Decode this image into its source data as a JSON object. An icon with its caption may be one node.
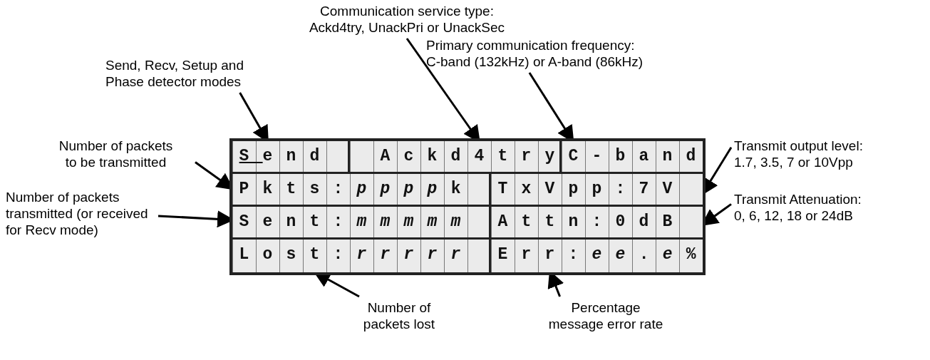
{
  "diagram": {
    "nodes": [
      {
        "text": [
          "Communication service type: Ackd4try, UnackPri or UnackSec"
        ]
      },
      {
        "text": [
          "Primary communication frequency: C-band (132kHz) or A-band (86kHz)"
        ]
      },
      {
        "text": [
          "Send, Recv, Setup and Phase detector modes"
        ]
      },
      {
        "text": [],
        "shape": "box"
      },
      {
        "text": [
          "Send"
        ],
        "in": 3
      },
      {
        "text": [
          "Ackd4try"
        ],
        "in": 3
      },
      {
        "text": [
          "C-band"
        ],
        "in": 3
      },
      {
        "text": [
          "Pkts:ppppk"
        ],
        "in": 3
      },
      {
        "text": [
          "TxVpp:7V"
        ],
        "in": 3
      },
      {
        "text": [
          "Sent:*mmmmm*"
        ],
        "in": 3
      },
      {
        "text": [
          "Attn:0dB"
        ],
        "in": 3
      },
      {
        "text": [
          "Lost:*rrrrr*"
        ],
        "in": 3
      },
      {
        "text": [
          "Err:*ee*.*e*%"
        ],
        "in": 3
      },
      {
        "text": [
          "Number of packets to be transmitted"
        ]
      },
      {
        "text": [
          "Transmit output level: 1.7, 3.5, 7 or 10Vpp"
        ]
      },
      {
        "text": [
          "Number of packets transmitted (or received for Recv mode)"
        ]
      },
      {
        "text": [
          "Transmit Attenuation: 0, 6, 12, 18 or 24dB"
        ]
      },
      {
        "text": [
          "Number of packets lost"
        ]
      },
      {
        "text": [
          "Percentage message error rate"
        ]
      }
    ],
    "edges": [
      {
        "from": 0,
        "to": 5,
        "arrow": "to"
      },
      {
        "from": 1,
        "to": 6,
        "arrow": "to"
      },
      {
        "from": 2,
        "to": 4,
        "arrow": "to"
      },
      {
        "from": 13,
        "to": 7,
        "arrow": "to"
      },
      {
        "from": 14,
        "to": 8,
        "arrow": "to"
      },
      {
        "from": 15,
        "to": 9,
        "arrow": "to"
      },
      {
        "from": 16,
        "to": 10,
        "arrow": "to"
      },
      {
        "from": 17,
        "to": 11,
        "arrow": "to"
      },
      {
        "from": 18,
        "to": 12,
        "arrow": "to"
      }
    ]
  }
}
